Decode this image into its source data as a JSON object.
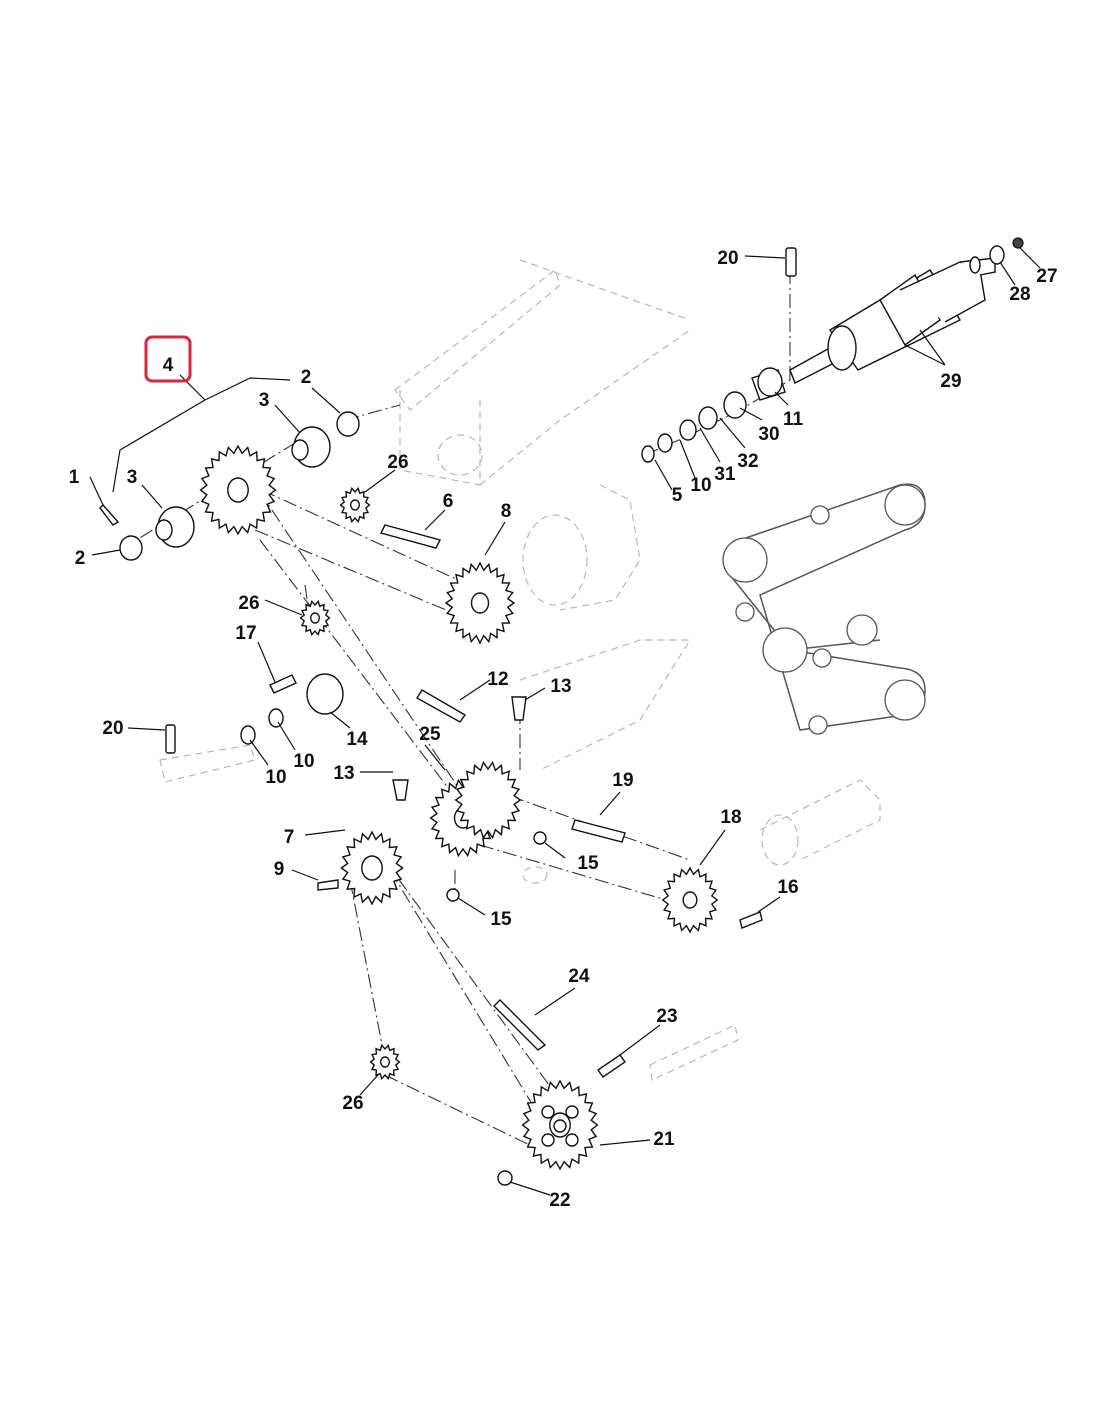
{
  "highlight": {
    "callout": "4",
    "color": "#d7263d"
  },
  "callouts": {
    "c1": "1",
    "c2a": "2",
    "c2b": "2",
    "c3a": "3",
    "c3b": "3",
    "c4": "4",
    "c5": "5",
    "c6": "6",
    "c7": "7",
    "c8": "8",
    "c9": "9",
    "c10a": "10",
    "c10b": "10",
    "c10c": "10",
    "c11": "11",
    "c12": "12",
    "c13a": "13",
    "c13b": "13",
    "c14": "14",
    "c15a": "15",
    "c15b": "15",
    "c16": "16",
    "c17": "17",
    "c18": "18",
    "c19": "19",
    "c20a": "20",
    "c20b": "20",
    "c21": "21",
    "c22": "22",
    "c23": "23",
    "c24": "24",
    "c25": "25",
    "c26a": "26",
    "c26b": "26",
    "c26c": "26",
    "c27": "27",
    "c28": "28",
    "c29": "29",
    "c30": "30",
    "c31": "31",
    "c32": "32"
  }
}
